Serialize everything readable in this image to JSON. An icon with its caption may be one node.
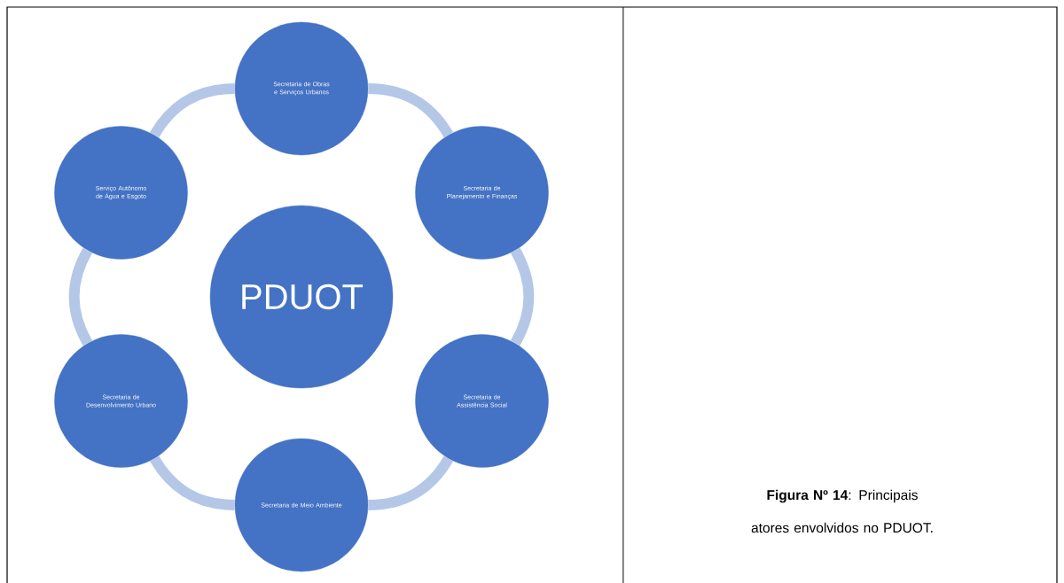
{
  "diagram": {
    "caption": "**Figura Nº 14**: Principais atores envolvidos no PDUOT.",
    "nodes": [
      {
        "text": [
          "PDUOT"
        ]
      },
      {
        "text": [
          "Secretaria de Obras e Serviços Urbanos"
        ]
      },
      {
        "text": [
          "Secretaria de Planejamento e Finanças"
        ]
      },
      {
        "text": [
          "Secretaria de Assistência Social"
        ]
      },
      {
        "text": [
          "Secretaria de Meio Ambiente"
        ]
      },
      {
        "text": [
          "Secretaria de Desenvolvimento Urbano"
        ]
      },
      {
        "text": [
          "Serviço Autônomo de Água e Esgoto"
        ]
      }
    ],
    "edges": [
      {
        "from": 1,
        "to": 2,
        "arrow": "none"
      },
      {
        "from": 2,
        "to": 3,
        "arrow": "none"
      },
      {
        "from": 3,
        "to": 4,
        "arrow": "none"
      },
      {
        "from": 4,
        "to": 5,
        "arrow": "none"
      },
      {
        "from": 5,
        "to": 6,
        "arrow": "none"
      },
      {
        "from": 6,
        "to": 1,
        "arrow": "none"
      }
    ]
  }
}
